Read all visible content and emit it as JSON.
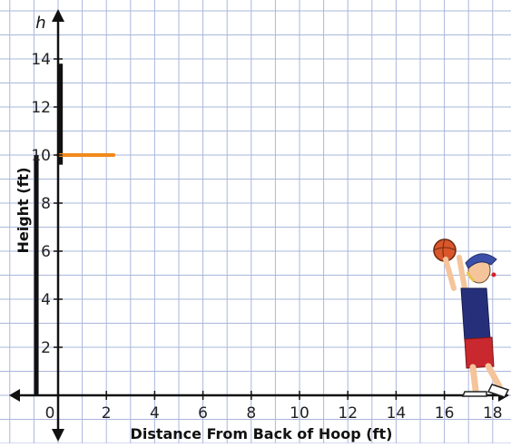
{
  "chart_data": {
    "type": "diagram",
    "xlabel": "Distance From Back of Hoop (ft)",
    "ylabel": "Height (ft)",
    "x_variable": "",
    "y_variable": "h",
    "x_ticks": [
      0,
      2,
      4,
      6,
      8,
      10,
      12,
      14,
      16,
      18
    ],
    "y_ticks": [
      2,
      4,
      6,
      8,
      10,
      12,
      14
    ],
    "x_tick_labels": [
      "0",
      "2",
      "4",
      "6",
      "8",
      "10",
      "12",
      "14",
      "16",
      "18"
    ],
    "y_tick_labels": [
      "2",
      "4",
      "6",
      "8",
      "10",
      "12",
      "14"
    ],
    "xlim": [
      -2,
      18.6
    ],
    "ylim": [
      -2,
      16
    ],
    "grid": true,
    "backboard": {
      "x": 0.1,
      "y_bottom": 9.6,
      "y_top": 13.8
    },
    "rim": {
      "x_start": 0,
      "x_end": 2.3,
      "height": 10
    },
    "pole": {
      "x": -0.9,
      "y_bottom": 0,
      "y_top": 10
    },
    "colors": {
      "grid": "#aab7dc",
      "axis": "#111111",
      "rim": "#f28a1c",
      "structure": "#111111"
    },
    "figure": "basketball-player-shooting"
  }
}
